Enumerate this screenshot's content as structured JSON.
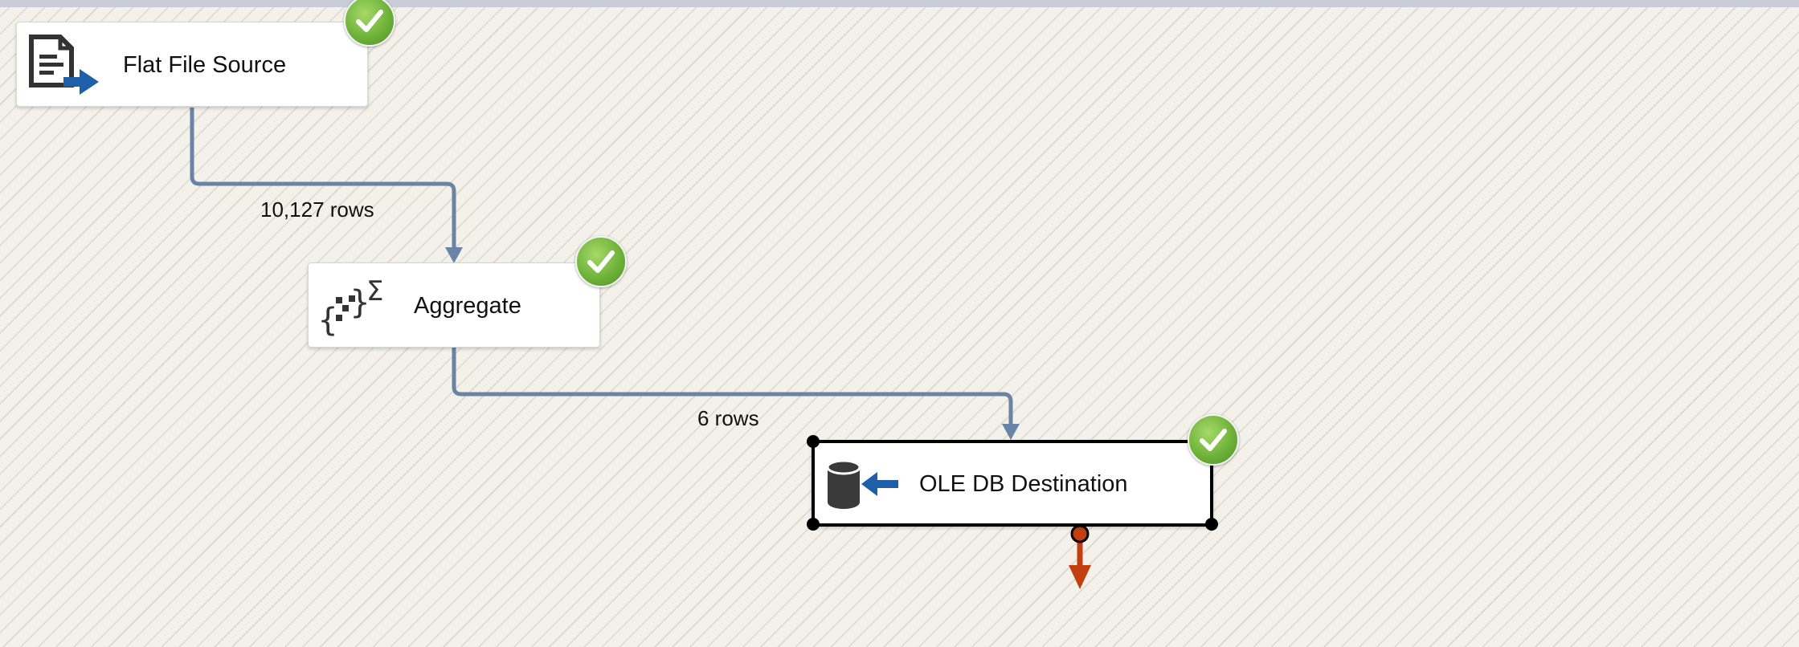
{
  "canvas": {
    "background": "#f4f1ea",
    "flow_color": "#6a84a8",
    "error_color": "#c2400f",
    "success_color": "#6fb33a"
  },
  "components": [
    {
      "id": "flat-file-source",
      "label": "Flat File Source",
      "icon": "flat-file-source-icon",
      "status": "success"
    },
    {
      "id": "aggregate",
      "label": "Aggregate",
      "icon": "aggregate-icon",
      "status": "success"
    },
    {
      "id": "ole-db-destination",
      "label": "OLE DB Destination",
      "icon": "ole-db-destination-icon",
      "status": "success",
      "selected": true
    }
  ],
  "paths": [
    {
      "from": "flat-file-source",
      "to": "aggregate",
      "label": "10,127 rows"
    },
    {
      "from": "aggregate",
      "to": "ole-db-destination",
      "label": "6 rows"
    }
  ]
}
